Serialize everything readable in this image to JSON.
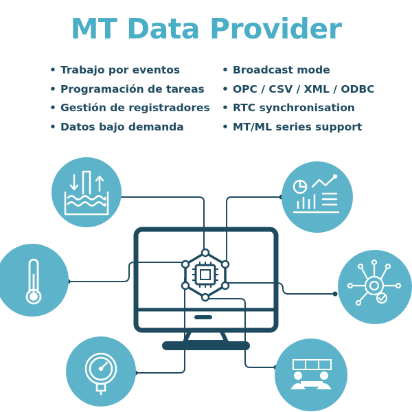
{
  "title": "MT Data Provider",
  "features_left": [
    "Trabajo por eventos",
    "Programación de tareas",
    "Gestión de registradores",
    "Datos bajo demanda"
  ],
  "features_right": [
    "Broadcast mode",
    "OPC / CSV / XML / ODBC",
    "RTC synchronisation",
    "MT/ML series support"
  ],
  "colors": {
    "accent": "#4aaec6",
    "dark": "#1e4a60",
    "circle": "#5db3c9"
  },
  "icons": [
    "water-level-icon",
    "analytics-dashboard-icon",
    "thermometer-icon",
    "gear-network-icon",
    "pressure-gauge-icon",
    "control-room-icon",
    "monitor-icon",
    "chip-icon"
  ]
}
